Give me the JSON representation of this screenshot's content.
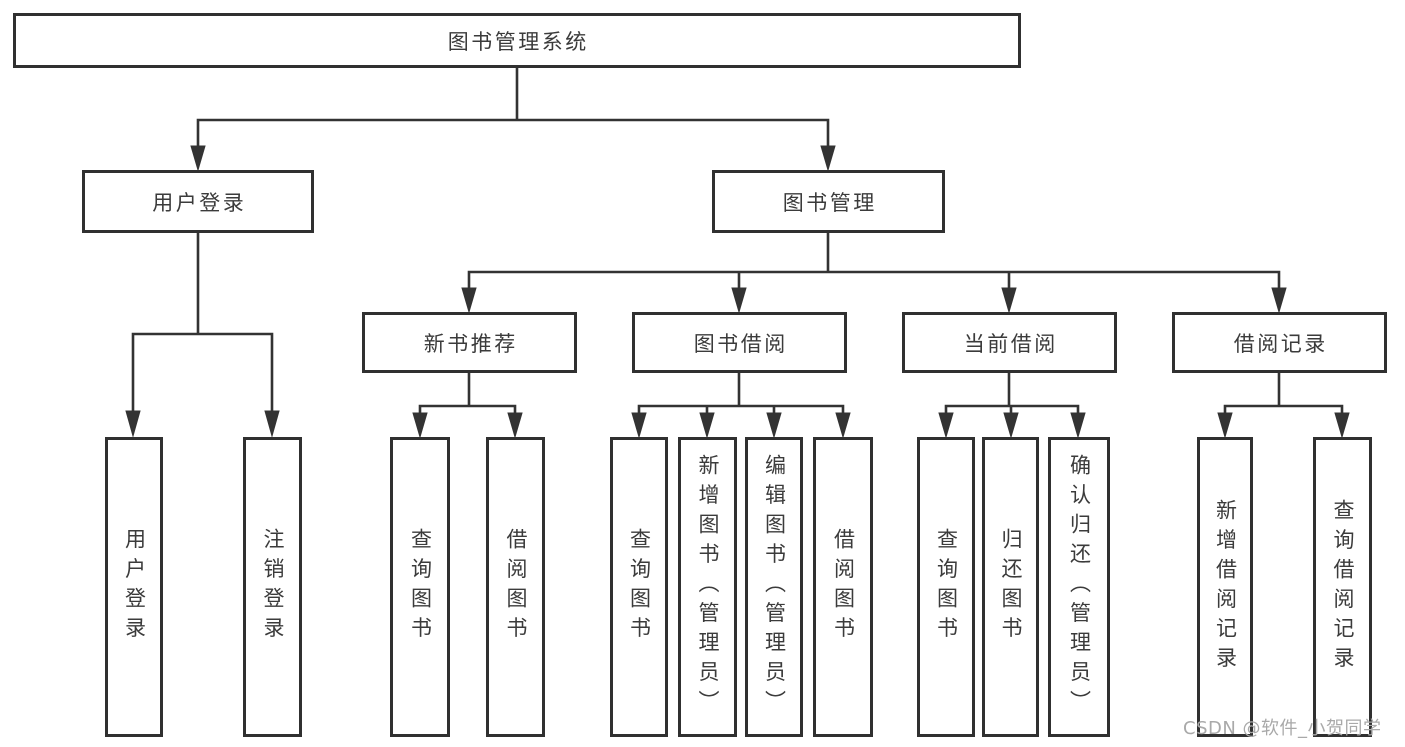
{
  "diagram_title": "图书管理系统",
  "colors": {
    "line": "#333333",
    "box_border": "#303030",
    "box_fill": "#ffffff",
    "text": "#3b3b3b",
    "watermark": "#a9a9a9",
    "background": "#ffffff"
  },
  "tree": {
    "label": "图书管理系统",
    "children": [
      {
        "label": "用户登录",
        "children": [
          {
            "label": "用户登录"
          },
          {
            "label": "注销登录"
          }
        ]
      },
      {
        "label": "图书管理",
        "children": [
          {
            "label": "新书推荐",
            "children": [
              {
                "label": "查询图书"
              },
              {
                "label": "借阅图书"
              }
            ]
          },
          {
            "label": "图书借阅",
            "children": [
              {
                "label": "查询图书"
              },
              {
                "label": "新增图书（管理员）"
              },
              {
                "label": "编辑图书（管理员）"
              },
              {
                "label": "借阅图书"
              }
            ]
          },
          {
            "label": "当前借阅",
            "children": [
              {
                "label": "查询图书"
              },
              {
                "label": "归还图书"
              },
              {
                "label": "确认归还（管理员）"
              }
            ]
          },
          {
            "label": "借阅记录",
            "children": [
              {
                "label": "新增借阅记录"
              },
              {
                "label": "查询借阅记录"
              }
            ]
          }
        ]
      }
    ]
  },
  "watermark": {
    "text": "CSDN @软件_小贺同学"
  }
}
